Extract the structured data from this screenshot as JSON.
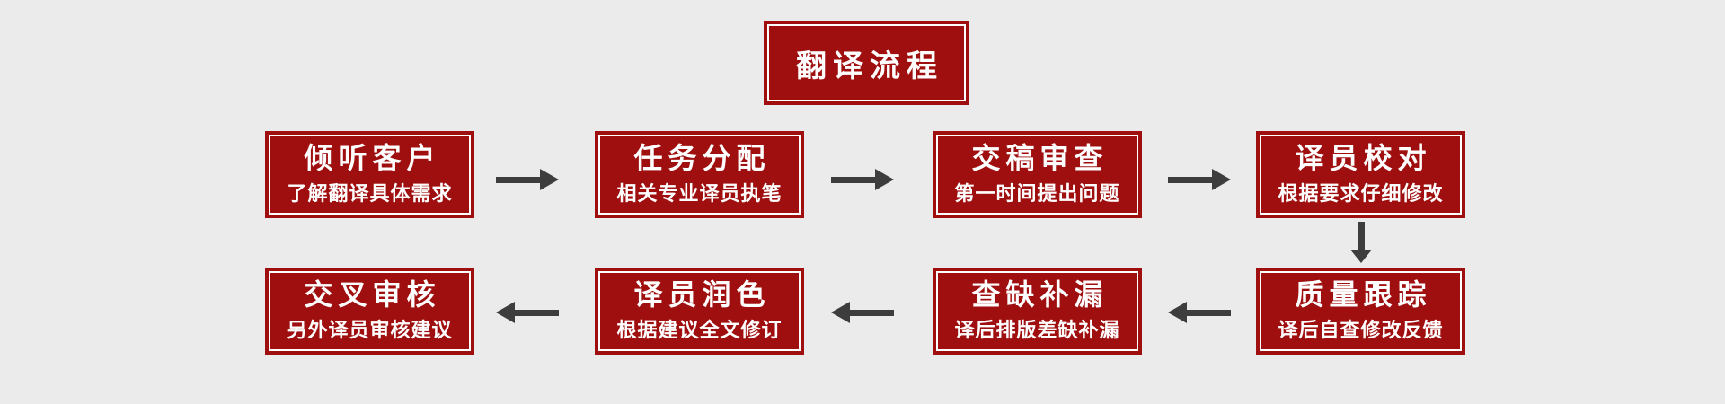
{
  "diagram": {
    "title": "翻译流程",
    "steps": [
      {
        "order": 1,
        "title": "倾听客户",
        "subtitle": "了解翻译具体需求"
      },
      {
        "order": 2,
        "title": "任务分配",
        "subtitle": "相关专业译员执笔"
      },
      {
        "order": 3,
        "title": "交稿审查",
        "subtitle": "第一时间提出问题"
      },
      {
        "order": 4,
        "title": "译员校对",
        "subtitle": "根据要求仔细修改"
      },
      {
        "order": 5,
        "title": "质量跟踪",
        "subtitle": "译后自查修改反馈"
      },
      {
        "order": 6,
        "title": "查缺补漏",
        "subtitle": "译后排版差缺补漏"
      },
      {
        "order": 7,
        "title": "译员润色",
        "subtitle": "根据建议全文修订"
      },
      {
        "order": 8,
        "title": "交叉审核",
        "subtitle": "另外译员审核建议"
      }
    ],
    "arrows": [
      {
        "from": "倾听客户",
        "to": "任务分配",
        "direction": "right"
      },
      {
        "from": "任务分配",
        "to": "交稿审查",
        "direction": "right"
      },
      {
        "from": "交稿审查",
        "to": "译员校对",
        "direction": "right"
      },
      {
        "from": "译员校对",
        "to": "质量跟踪",
        "direction": "down"
      },
      {
        "from": "质量跟踪",
        "to": "查缺补漏",
        "direction": "left"
      },
      {
        "from": "查缺补漏",
        "to": "译员润色",
        "direction": "left"
      },
      {
        "from": "译员润色",
        "to": "交叉审核",
        "direction": "left"
      }
    ]
  },
  "colors": {
    "background": "#ebebeb",
    "box_fill": "#a00f0f",
    "box_inner_border": "#ffffff",
    "text": "#ffffff",
    "arrow": "#3d3d3d"
  },
  "icons": {
    "arrow_right": "→",
    "arrow_left": "←",
    "arrow_down": "↓"
  }
}
